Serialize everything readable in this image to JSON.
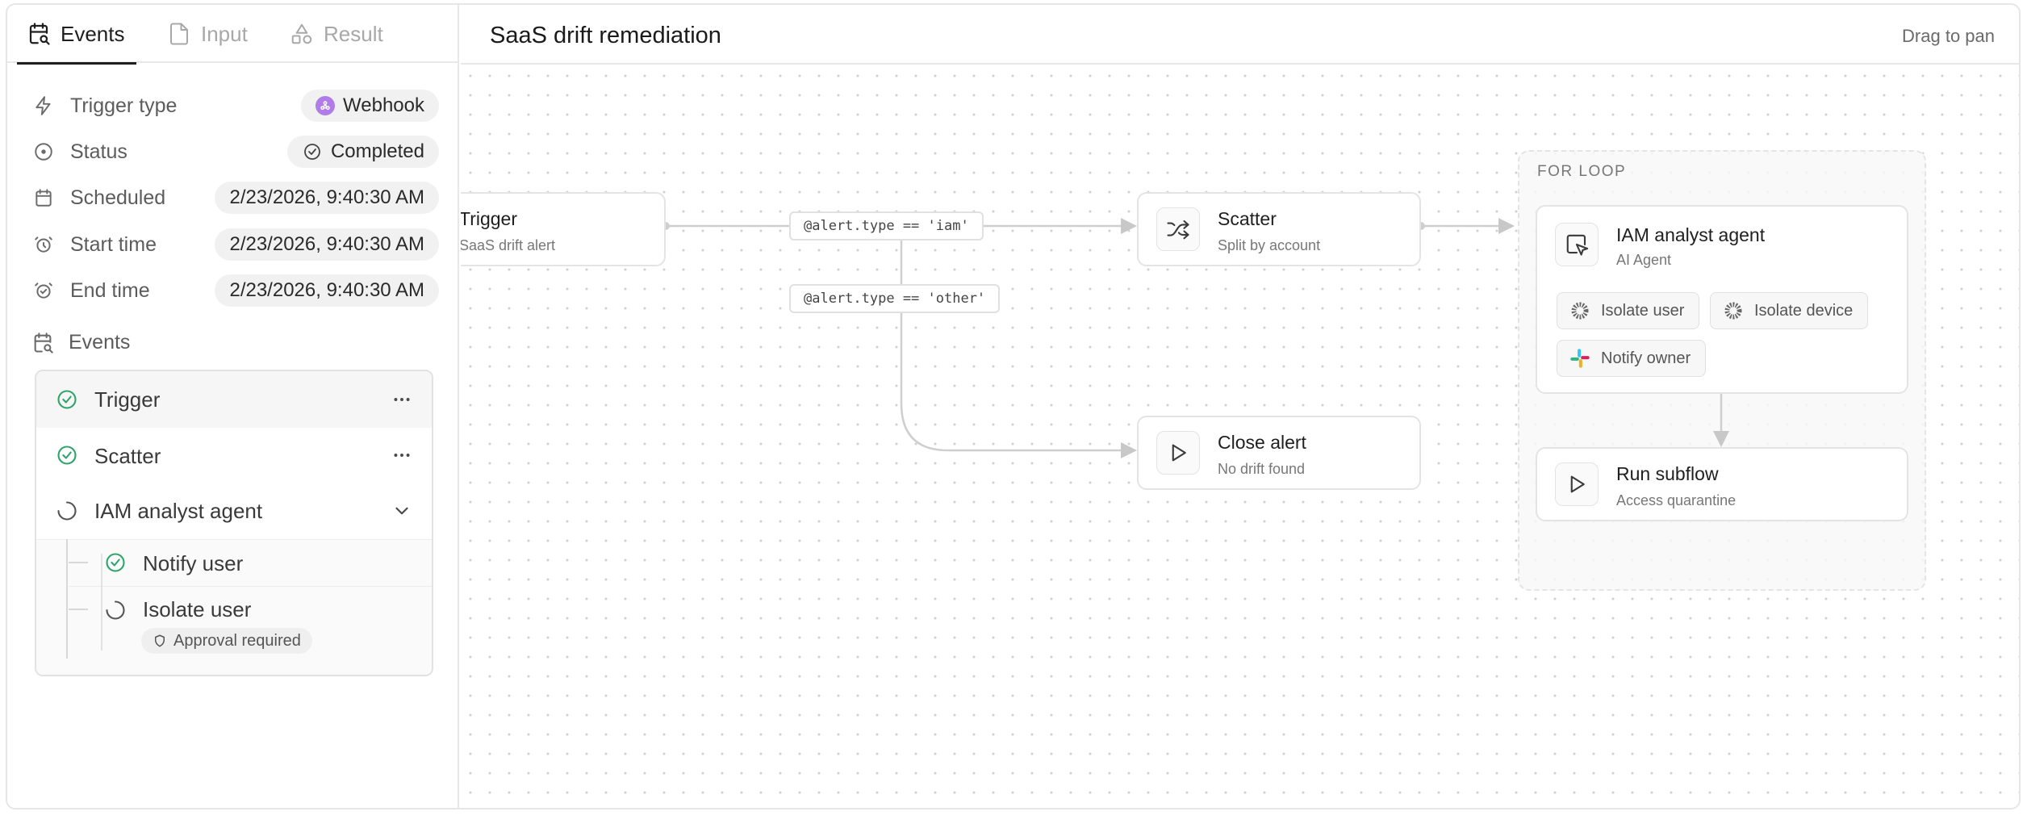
{
  "sidebar": {
    "tabs": [
      {
        "label": "Events",
        "active": true
      },
      {
        "label": "Input",
        "active": false
      },
      {
        "label": "Result",
        "active": false
      }
    ],
    "meta": {
      "trigger_type": {
        "label": "Trigger type",
        "value": "Webhook"
      },
      "status": {
        "label": "Status",
        "value": "Completed"
      },
      "scheduled": {
        "label": "Scheduled",
        "value": "2/23/2026, 9:40:30 AM"
      },
      "start_time": {
        "label": "Start time",
        "value": "2/23/2026, 9:40:30 AM"
      },
      "end_time": {
        "label": "End time",
        "value": "2/23/2026, 9:40:30 AM"
      }
    },
    "events_label": "Events",
    "events": [
      {
        "label": "Trigger",
        "status": "done"
      },
      {
        "label": "Scatter",
        "status": "done"
      },
      {
        "label": "IAM analyst agent",
        "status": "running"
      },
      {
        "label": "Notify user",
        "status": "done"
      },
      {
        "label": "Isolate user",
        "status": "running",
        "badge": "Approval required"
      }
    ]
  },
  "workflow": {
    "title": "SaaS drift remediation",
    "hint": "Drag to pan",
    "nodes": {
      "trigger": {
        "title": "Trigger",
        "subtitle": "SaaS drift alert"
      },
      "scatter": {
        "title": "Scatter",
        "subtitle": "Split by account"
      },
      "close_alert": {
        "title": "Close alert",
        "subtitle": "No drift found"
      },
      "iam_agent": {
        "title": "IAM analyst agent",
        "subtitle": "AI Agent"
      },
      "run_subflow": {
        "title": "Run subflow",
        "subtitle": "Access quarantine"
      }
    },
    "conditions": {
      "iam": "@alert.type == 'iam'",
      "other": "@alert.type == 'other'"
    },
    "loop_label": "FOR LOOP",
    "tools": [
      "Isolate user",
      "Isolate device",
      "Notify owner"
    ]
  }
}
